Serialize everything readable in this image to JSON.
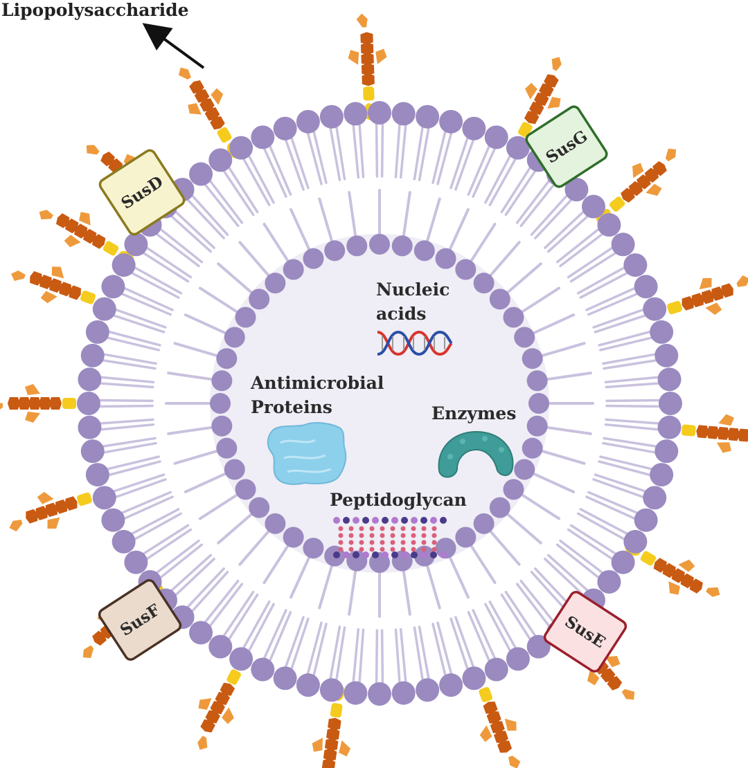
{
  "outer_label": "Lipopolysaccharide",
  "cargo": {
    "nucleic_acids": [
      "Nucleic",
      "acids"
    ],
    "antimicrobial_proteins": [
      "Antimicrobial",
      "Proteins"
    ],
    "enzymes": "Enzymes",
    "peptidoglycan": "Peptidoglycan"
  },
  "sus_proteins": [
    {
      "name": "SusD",
      "fill": "#f7f3cf",
      "stroke": "#8a7a1e"
    },
    {
      "name": "SusG",
      "fill": "#e4f3de",
      "stroke": "#2f6e2a"
    },
    {
      "name": "SusF",
      "fill": "#eadbcc",
      "stroke": "#4a3226"
    },
    {
      "name": "SusE",
      "fill": "#fbe1e1",
      "stroke": "#9a1f2c"
    }
  ],
  "colors": {
    "lipid_head": "#9a8ac0",
    "lipid_tail": "#c9c1de",
    "interior": "#efedf5",
    "lps_sugar_dark": "#c95a12",
    "lps_sugar_light": "#ee9a3c",
    "lps_core": "#f5cc1e",
    "nucleic_red": "#d8342c",
    "nucleic_blue": "#2a4ea8",
    "protein_blue": "#8dd0ec",
    "enzyme_teal": "#3f9c98",
    "pg_pink": "#d9607a",
    "pg_purple": "#4a3a8a"
  },
  "icons": [
    "arrow-icon",
    "dna-helix-icon",
    "protein-cloud-icon",
    "enzyme-icon",
    "peptidoglycan-lattice-icon"
  ]
}
